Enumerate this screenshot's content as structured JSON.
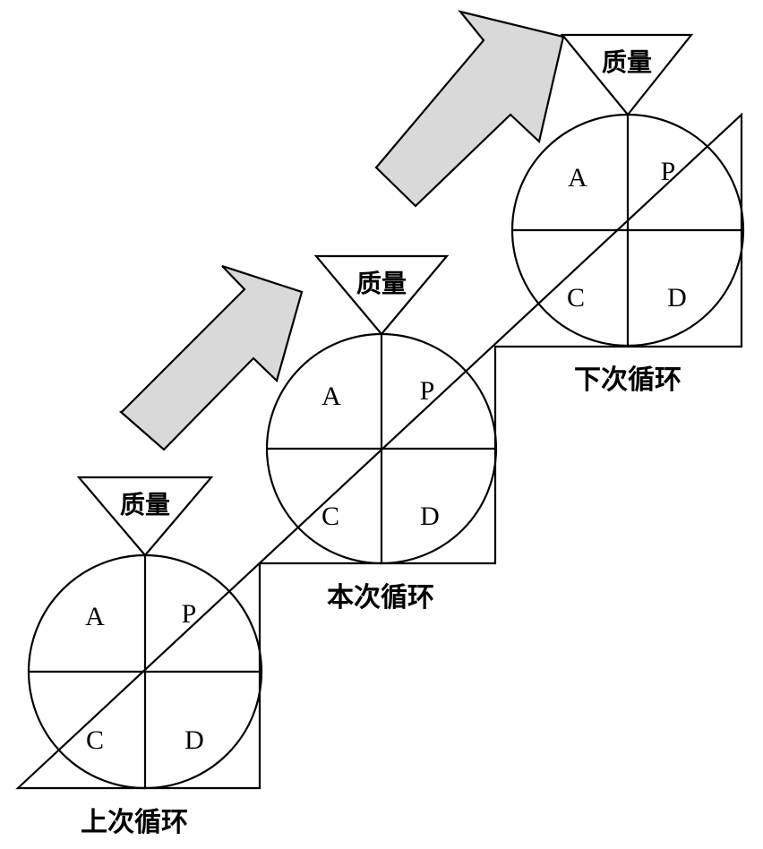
{
  "stroke_color": "#000000",
  "arrow_fill": "#d9d9d9",
  "cycles": [
    {
      "id": "previous",
      "triangle_label": "质量",
      "cycle_label": "上次循环",
      "quadrants": {
        "A": "A",
        "P": "P",
        "C": "C",
        "D": "D"
      }
    },
    {
      "id": "current",
      "triangle_label": "质量",
      "cycle_label": "本次循环",
      "quadrants": {
        "A": "A",
        "P": "P",
        "C": "C",
        "D": "D"
      }
    },
    {
      "id": "next",
      "triangle_label": "质量",
      "cycle_label": "下次循环",
      "quadrants": {
        "A": "A",
        "P": "P",
        "C": "C",
        "D": "D"
      }
    }
  ],
  "arrows": [
    {
      "id": "arrow-lower"
    },
    {
      "id": "arrow-upper"
    }
  ]
}
